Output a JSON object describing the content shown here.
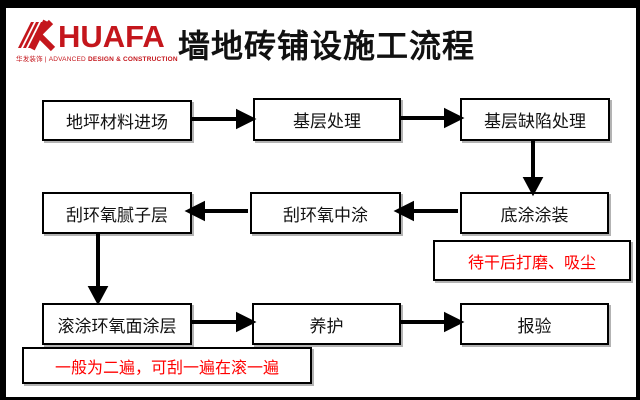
{
  "header": {
    "logo": {
      "mark": "huafa-k-mark",
      "name": "HUAFA",
      "tagline_left": "华发装饰 | ADVANCED ",
      "tagline_right": "DESIGN & CONSTRUCTION"
    },
    "title": "墙地砖铺设施工流程"
  },
  "flow": {
    "nodes": [
      {
        "id": "n1",
        "label": "地坪材料进场"
      },
      {
        "id": "n2",
        "label": "基层处理"
      },
      {
        "id": "n3",
        "label": "基层缺陷处理"
      },
      {
        "id": "n4",
        "label": "刮环氧腻子层"
      },
      {
        "id": "n5",
        "label": "刮环氧中涂"
      },
      {
        "id": "n6",
        "label": "底涂涂装"
      },
      {
        "id": "n7",
        "label": "滚涂环氧面涂层"
      },
      {
        "id": "n8",
        "label": "养护"
      },
      {
        "id": "n9",
        "label": "报验"
      }
    ],
    "edges": [
      {
        "from": "地坪材料进场",
        "to": "基层处理"
      },
      {
        "from": "基层处理",
        "to": "基层缺陷处理"
      },
      {
        "from": "基层缺陷处理",
        "to": "底涂涂装"
      },
      {
        "from": "底涂涂装",
        "to": "刮环氧中涂"
      },
      {
        "from": "刮环氧中涂",
        "to": "刮环氧腻子层"
      },
      {
        "from": "刮环氧腻子层",
        "to": "滚涂环氧面涂层"
      },
      {
        "from": "滚涂环氧面涂层",
        "to": "养护"
      },
      {
        "from": "养护",
        "to": "报验"
      }
    ],
    "annotations": [
      {
        "label": "待干后打磨、吸尘",
        "attached_to": "底涂涂装"
      },
      {
        "label": "一般为二遍，可刮一遍在滚一遍",
        "attached_to": "滚涂环氧面涂层"
      }
    ]
  },
  "colors": {
    "logo_red": "#c4161c",
    "annotation_red": "#ff0000",
    "line_black": "#000000",
    "frame_black": "#000000"
  }
}
